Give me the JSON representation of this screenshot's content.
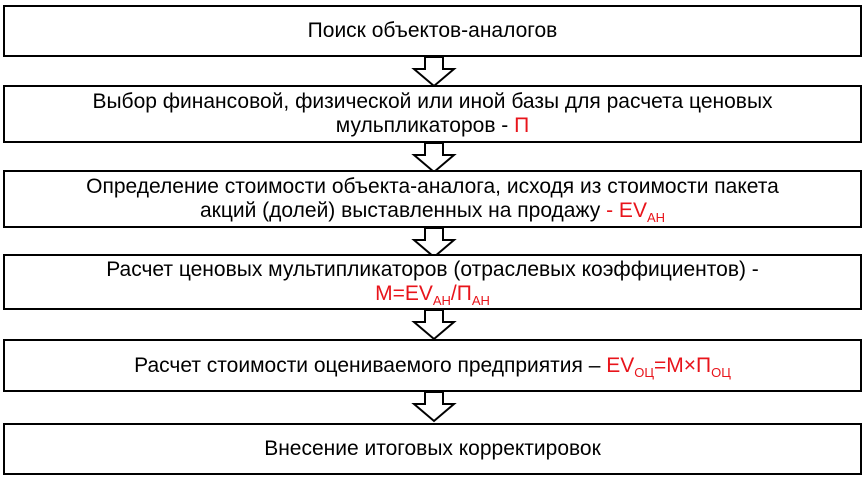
{
  "steps": [
    {
      "id": "search",
      "line1": "Поиск объектов-аналогов"
    },
    {
      "id": "base",
      "line1": "Выбор финансовой, физической или иной базы для расчета ценовых",
      "line2": "мульпликаторов - ",
      "formula": "П"
    },
    {
      "id": "value",
      "line1": "Определение стоимости объекта-аналога, исходя из стоимости пакета",
      "line2": "акций (долей) выставленных на продажу ",
      "formula_a": "- EV",
      "formula_a_sub": "АН"
    },
    {
      "id": "multipliers",
      "line1": "Расчет ценовых мультипликаторов (отраслевых коэффициентов) -",
      "f_m": "М=EV",
      "f_m_sub1": "АН",
      "f_slash": "/П",
      "f_m_sub2": "АН"
    },
    {
      "id": "estimate",
      "line1": "Расчет стоимости оцениваемого предприятия – ",
      "f_ev": "EV",
      "f_ev_sub": "ОЦ",
      "f_mid": "=М×П",
      "f_p_sub": "ОЦ"
    },
    {
      "id": "adjust",
      "line1": "Внесение итоговых корректировок"
    }
  ],
  "colors": {
    "accent": "#e8141b",
    "border": "#000000"
  }
}
